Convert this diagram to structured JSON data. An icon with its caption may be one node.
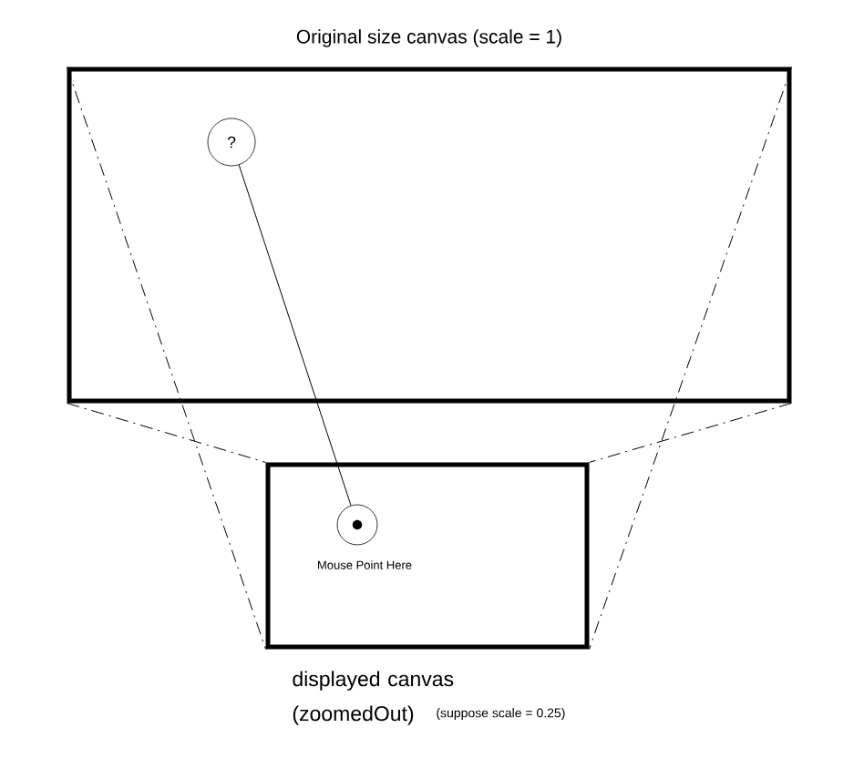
{
  "diagram": {
    "nodes": [
      {
        "text": [
          "Original size canvas (scale = 1)"
        ]
      },
      {
        "text": [
          "?"
        ],
        "in": 0
      },
      {
        "text": [
          "displayed canvas (zoomedOut)"
        ]
      },
      {
        "text": [],
        "shape": "circle",
        "in": 2,
        "beside": [
          "Mouse Point Here"
        ]
      }
    ],
    "edges": [
      {
        "from": 1,
        "to": 3,
        "arrow": "none"
      },
      {
        "from": 0,
        "to": 2,
        "arrow": "none",
        "style": "dashed"
      },
      {
        "from": 0,
        "to": 2,
        "arrow": "none",
        "style": "dashed"
      },
      {
        "from": 0,
        "to": 2,
        "arrow": "none",
        "style": "dashed"
      },
      {
        "from": 0,
        "to": 2,
        "arrow": "none",
        "style": "dashed"
      }
    ],
    "labels": [
      "(suppose scale = 0.25)"
    ]
  }
}
